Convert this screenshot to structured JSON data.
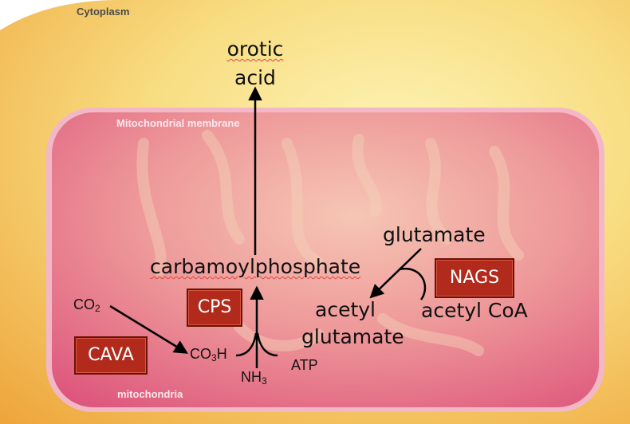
{
  "compartments": {
    "cytoplasm": "Cytoplasm",
    "membrane": "Mitochondrial membrane",
    "mitochondria": "mitochondria"
  },
  "metabolites": {
    "orotic_line1": "orotic",
    "orotic_line2": "acid",
    "carbamoylphosphate": "carbamoylphosphate",
    "glutamate": "glutamate",
    "acetyl_glutamate_line1": "acetyl",
    "acetyl_glutamate_line2": "glutamate",
    "acetyl_coa": "acetyl CoA",
    "co2_base": "CO",
    "co2_sub": "2",
    "co3h_base": "CO",
    "co3h_sub": "3",
    "co3h_tail": "H",
    "nh3_base": "NH",
    "nh3_sub": "3",
    "atp": "ATP"
  },
  "enzymes": {
    "cps": "CPS",
    "nags": "NAGS",
    "cava": "CAVA"
  },
  "colors": {
    "enzyme_box": "#b22a1c",
    "cytoplasm": "#f4c24a",
    "mitochondrion": "#e0557a"
  }
}
